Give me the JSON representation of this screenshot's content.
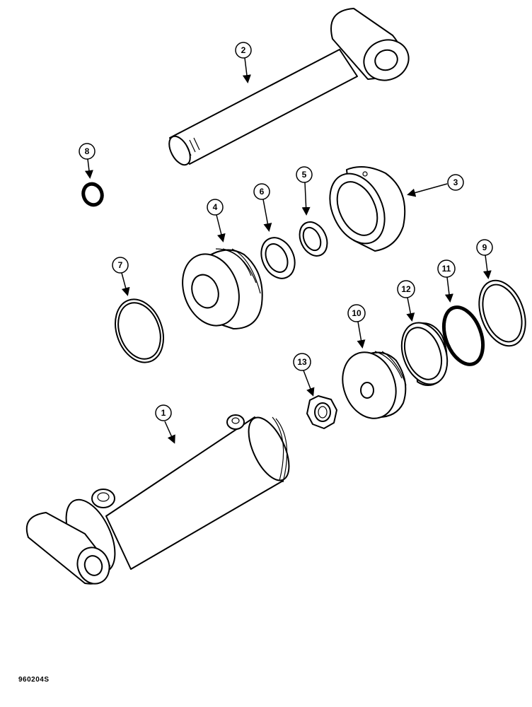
{
  "figure_code": "960204S",
  "callouts": {
    "c1": "1",
    "c2": "2",
    "c3": "3",
    "c4": "4",
    "c5": "5",
    "c6": "6",
    "c7": "7",
    "c8": "8",
    "c9": "9",
    "c10": "10",
    "c11": "11",
    "c12": "12",
    "c13": "13"
  }
}
